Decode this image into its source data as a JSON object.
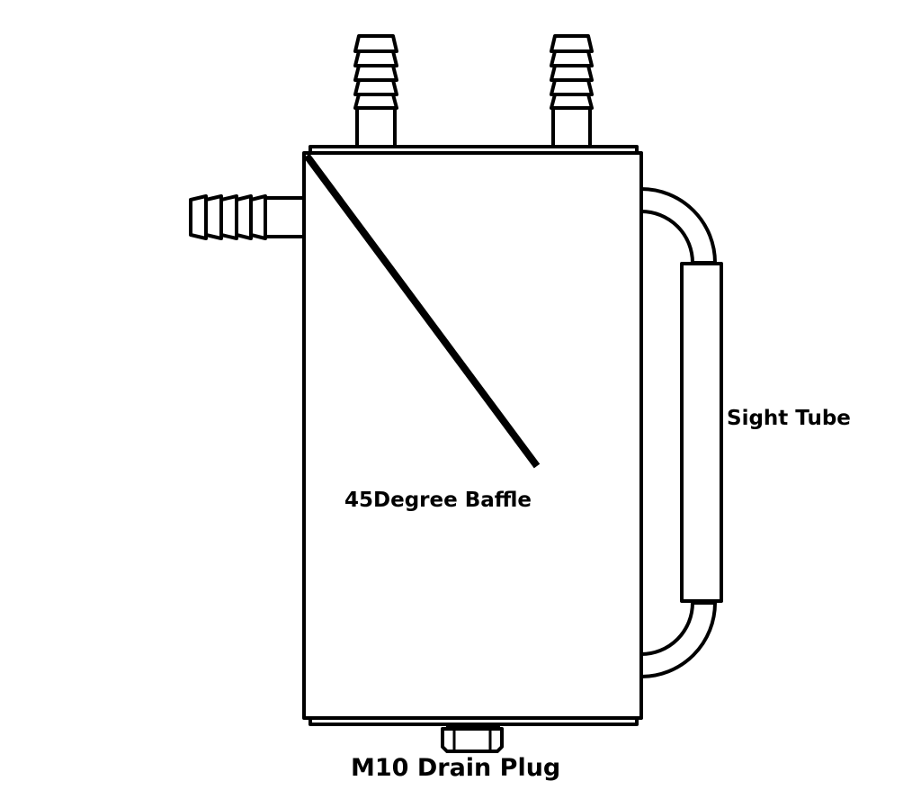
{
  "labels": {
    "sight_tube": "Sight Tube",
    "baffle": "45Degree Baffle",
    "drain_plug": "M10 Drain Plug"
  },
  "colors": {
    "line": "#000000",
    "background": "#ffffff"
  }
}
